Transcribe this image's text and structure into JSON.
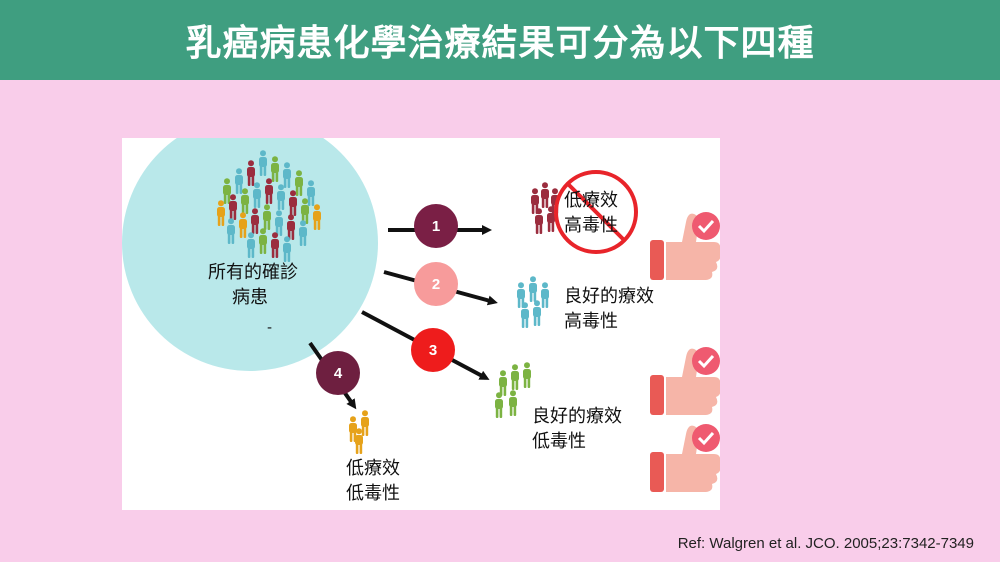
{
  "banner": {
    "title": "乳癌病患化學治療結果可分為以下四種"
  },
  "diagram": {
    "population": {
      "line1": "所有的確診",
      "line2": "病患",
      "mark": "-"
    },
    "outcomes": [
      {
        "number": "1",
        "line1": "低療效",
        "line2": "高毒性",
        "badge_color": "#7a1f45",
        "people_color": "#9b2d3e",
        "rejected": true
      },
      {
        "number": "2",
        "line1": "良好的療效",
        "line2": "高毒性",
        "badge_color": "#f79b9b",
        "people_color": "#5db8c9",
        "rejected": false
      },
      {
        "number": "3",
        "line1": "良好的療效",
        "line2": "低毒性",
        "badge_color": "#ee1c1c",
        "people_color": "#7cb342",
        "rejected": false
      },
      {
        "number": "4",
        "line1": "低療效",
        "line2": "低毒性",
        "badge_color": "#6e1f40",
        "people_color": "#e6a21a",
        "rejected": false
      }
    ],
    "thumbs_up_icons": [
      "thumbs-up-check-icon",
      "thumbs-up-check-icon",
      "thumbs-up-check-icon"
    ]
  },
  "reference": "Ref: Walgren et al. JCO. 2005;23:7342-7349",
  "colors": {
    "banner": "#3f9e80",
    "background": "#f9cdea",
    "circle": "#b9e8ea",
    "thumb": "#f08a7e",
    "no_sign": "#e8242a"
  }
}
